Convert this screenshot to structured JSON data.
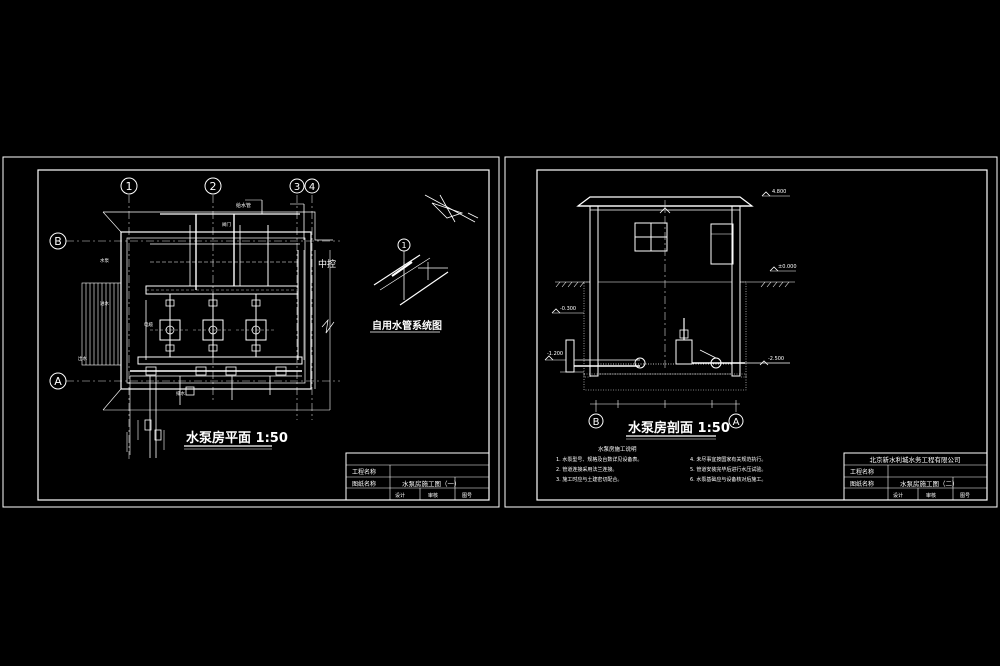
{
  "sheet_left": {
    "grid_labels": [
      "1",
      "2",
      "3",
      "4",
      "B",
      "A"
    ],
    "plan_title": "水泵房平面 1:50",
    "iso_title": "自用水管系统图",
    "iso_label": "1",
    "side_text": "中控",
    "small_labels": [
      "给水管",
      "水泵",
      "进水",
      "出水",
      "排水",
      "电缆",
      "阀门"
    ],
    "title_block": {
      "rows": [
        "工程名称",
        "图纸名称"
      ],
      "drawing_name": "水泵房施工图（一）",
      "cells": [
        "设计",
        "审核",
        "图号"
      ]
    }
  },
  "sheet_right": {
    "section_title": "水泵房剖面 1:50",
    "grid_labels": [
      "B",
      "A"
    ],
    "elevation_labels": [
      "4.800",
      "±0.000",
      "-0.300",
      "-1.200",
      "-2.500"
    ],
    "notes_title": "水泵房施工说明",
    "notes": [
      "1. 水泵型号、规格及台数详见设备表。",
      "2. 管道连接采用法兰连接。",
      "3. 施工时应与土建密切配合。",
      "4. 未尽事宜按国家有关规范执行。",
      "5. 管道安装完毕后进行水压试验。",
      "6. 水泵基础应与设备核对后施工。"
    ],
    "title_block": {
      "company": "北京新水利城水务工程有限公司",
      "rows": [
        "工程名称",
        "图纸名称"
      ],
      "drawing_name": "水泵房施工图（二）",
      "cells": [
        "设计",
        "审核",
        "图号"
      ]
    }
  }
}
